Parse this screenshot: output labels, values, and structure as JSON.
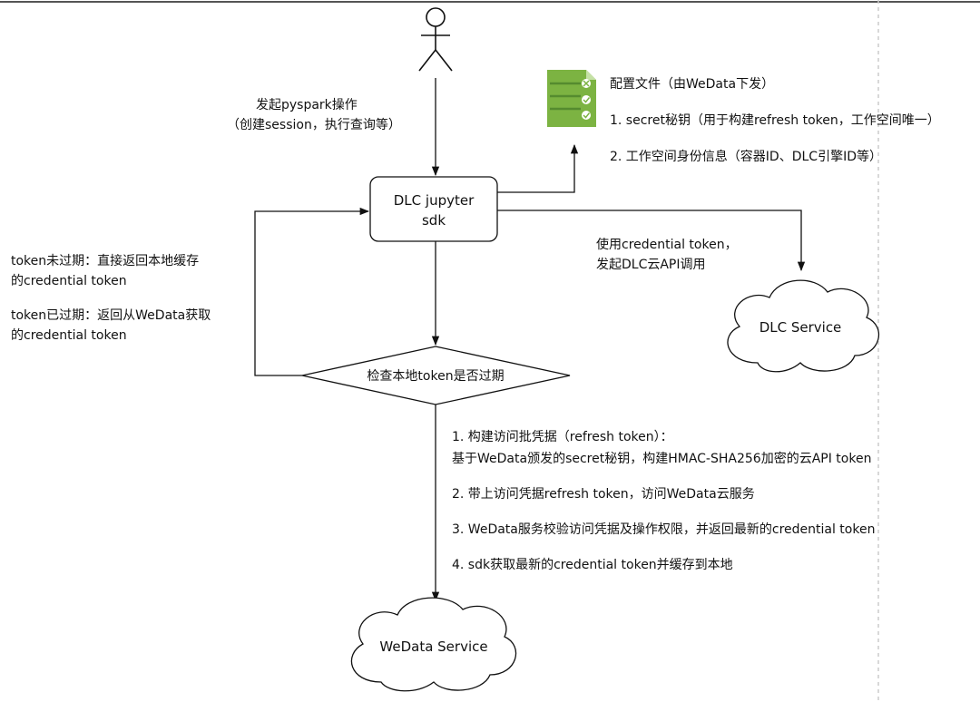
{
  "actor": {
    "caption_line1": "发起pyspark操作",
    "caption_line2": "（创建session，执行查询等）"
  },
  "sdk_node": {
    "line1": "DLC jupyter",
    "line2": "sdk"
  },
  "config_file": {
    "title": "配置文件（由WeData下发）",
    "item1": "1. secret秘钥（用于构建refresh token，工作空间唯一）",
    "item2": "2. 工作空间身份信息（容器ID、DLC引擎ID等）"
  },
  "dlc_call": {
    "line1": "使用credential token，",
    "line2": "发起DLC云API调用"
  },
  "dlc_service": {
    "label": "DLC Service"
  },
  "token_notes": {
    "valid_line1": "token未过期：直接返回本地缓存",
    "valid_line2": "的credential token",
    "expired_line1": "token已过期：返回从WeData获取",
    "expired_line2": "的credential token"
  },
  "decision": {
    "label": "检查本地token是否过期"
  },
  "steps": {
    "s1_line1": "1. 构建访问批凭据（refresh token）：",
    "s1_line2": "基于WeData颁发的secret秘钥，构建HMAC-SHA256加密的云API token",
    "s2": "2. 带上访问凭据refresh token，访问WeData云服务",
    "s3": "3. WeData服务校验访问凭据及操作权限，并返回最新的credential token",
    "s4": "4. sdk获取最新的credential token并缓存到本地"
  },
  "wedata_service": {
    "label": "WeData Service"
  },
  "colors": {
    "line": "#111111",
    "file_green": "#7cb342",
    "file_dark": "#558b2f"
  }
}
